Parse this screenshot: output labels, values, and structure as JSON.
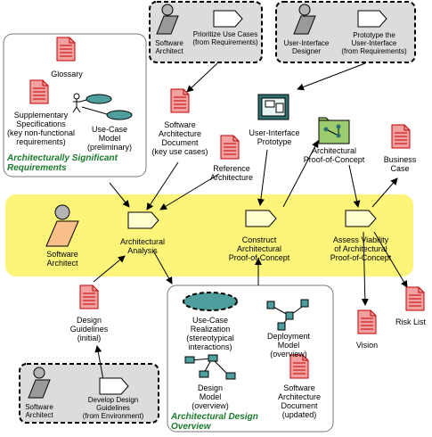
{
  "colors": {
    "band": "#fcf57a",
    "doc_fill": "#f2a0a0",
    "doc_stroke": "#c00000",
    "worker_fill": "#f9c08a",
    "activity_fill": "#ffffd0",
    "group_fill": "#dcdcdc",
    "proto_frame": "#2f6f6f",
    "usecase_fill": "#4f9e9e",
    "folder_fill": "#9ccc6e",
    "title_green": "#1b7a2a"
  },
  "groups": {
    "significant_requirements": {
      "title": "Architecturally Significant Requirements",
      "title_lines": [
        "Architecturally Significant",
        "Requirements"
      ]
    },
    "design_overview": {
      "title": "Architectural Design Overview",
      "title_lines": [
        "Architectural Design",
        "Overview"
      ]
    }
  },
  "workers": {
    "software_architect_center": {
      "label": [
        "Software",
        "Architect"
      ]
    },
    "software_architect_top": {
      "label": [
        "Software",
        "Architect"
      ]
    },
    "ui_designer": {
      "label": [
        "User-Interface",
        "Designer"
      ]
    },
    "software_architect_bottom": {
      "label": [
        "Software",
        "Architect"
      ]
    }
  },
  "activities": {
    "prioritize_use_cases": {
      "label": [
        "Prioritize Use Cases",
        "(from Requirements)"
      ]
    },
    "prototype_ui": {
      "label": [
        "Prototype the",
        "User-Interface",
        "(from Requirements)"
      ]
    },
    "develop_design_guidelines": {
      "label": [
        "Develop Design",
        "Guidelines",
        "(from Environment)"
      ]
    },
    "architectural_analysis": {
      "label": [
        "Architectural",
        "Analysis"
      ]
    },
    "construct_poc": {
      "label": [
        "Construct",
        "Architectural",
        "Proof-of-Concept"
      ]
    },
    "assess_viability": {
      "label": [
        "Assess Viability",
        "of Architectural",
        "Proof-of-Concept"
      ]
    }
  },
  "artifacts": {
    "glossary": {
      "label": [
        "Glossary"
      ]
    },
    "supplementary_specs": {
      "label": [
        "Supplementary",
        "Specifications",
        "(key non-functional",
        "requirements)"
      ]
    },
    "use_case_model": {
      "label": [
        "Use-Case",
        "Model",
        "(preliminary)"
      ]
    },
    "sad_key_use_cases": {
      "label": [
        "Software",
        "Architecture",
        "Document",
        "(key use cases)"
      ]
    },
    "reference_architecture": {
      "label": [
        "Reference",
        "Architecture"
      ]
    },
    "ui_prototype": {
      "label": [
        "User-Interface",
        "Prototype"
      ]
    },
    "arch_poc": {
      "label": [
        "Architectural",
        "Proof-of-Concept"
      ]
    },
    "business_case": {
      "label": [
        "Business",
        "Case"
      ]
    },
    "design_guidelines": {
      "label": [
        "Design",
        "Guidelines",
        "(initial)"
      ]
    },
    "use_case_realization": {
      "label": [
        "Use-Case",
        "Realization",
        "(stereotypical",
        "interactions)"
      ]
    },
    "deployment_model": {
      "label": [
        "Deployment",
        "Model",
        "(overview)"
      ]
    },
    "design_model": {
      "label": [
        "Design",
        "Model",
        "(overview)"
      ]
    },
    "sad_updated": {
      "label": [
        "Software",
        "Architecture",
        "Document",
        "(updated)"
      ]
    },
    "vision": {
      "label": [
        "Vision"
      ]
    },
    "risk_list": {
      "label": [
        "Risk List"
      ]
    }
  }
}
